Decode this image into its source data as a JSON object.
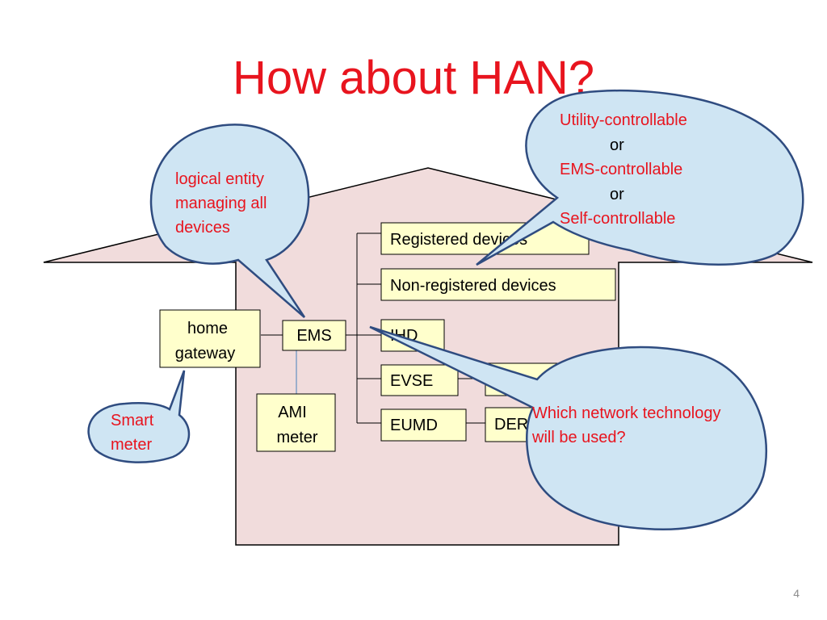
{
  "slide": {
    "title": "How about HAN?",
    "page_number": "4"
  },
  "colors": {
    "title": "#e8141e",
    "house_fill": "#f1dcdc",
    "box_fill": "#ffffcc",
    "bubble_fill": "#cfe5f3",
    "bubble_stroke": "#2f4c80",
    "annotation_text": "#e8141e"
  },
  "diagram": {
    "boxes": {
      "home_gateway": [
        "home",
        "gateway"
      ],
      "ems": "EMS",
      "ami_meter": [
        "AMI",
        "meter"
      ],
      "registered_devices": "Registered devices",
      "non_registered_devices": "Non-registered devices",
      "ihd": "IHD",
      "evse": "EVSE",
      "eumd": "EUMD",
      "evse_child": "",
      "der": "DER"
    },
    "callouts": {
      "logical_entity": [
        "logical entity",
        "managing all",
        "devices"
      ],
      "smart_meter": [
        "Smart",
        "meter"
      ],
      "controllability": [
        "Utility-controllable",
        "or",
        "EMS-controllable",
        "or",
        "Self-controllable"
      ],
      "network_technology": [
        "Which network technology",
        "will be used?"
      ]
    }
  }
}
